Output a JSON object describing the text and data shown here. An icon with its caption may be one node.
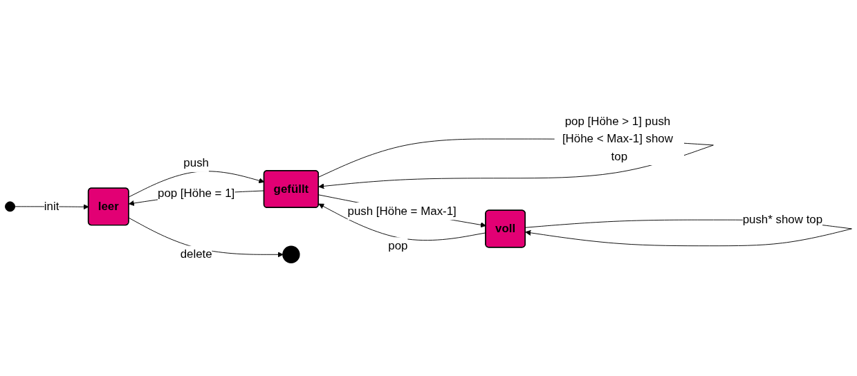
{
  "diagram": {
    "nodes": [
      {
        "text": [],
        "shape": "circle"
      },
      {
        "text": [
          "leer"
        ]
      },
      {
        "text": [
          "gefüllt"
        ]
      },
      {
        "text": [
          "voll"
        ]
      },
      {
        "text": [],
        "shape": "circle"
      }
    ],
    "edges": [
      {
        "from": 0,
        "to": 1,
        "arrow": "to",
        "label": "init"
      },
      {
        "from": 1,
        "to": 2,
        "arrow": "to",
        "label": "push"
      },
      {
        "from": 2,
        "to": 1,
        "arrow": "to",
        "label": "pop [Höhe = 1]"
      },
      {
        "from": 2,
        "to": 2,
        "arrow": "to",
        "label": "pop [Höhe > 1] push [Höhe < Max-1] show top"
      },
      {
        "from": 2,
        "to": 3,
        "arrow": "to",
        "label": "push [Höhe = Max-1]"
      },
      {
        "from": 3,
        "to": 2,
        "arrow": "to",
        "label": "pop"
      },
      {
        "from": 3,
        "to": 3,
        "arrow": "to",
        "label": "push* show top"
      },
      {
        "from": 1,
        "to": 4,
        "arrow": "to",
        "label": "delete"
      }
    ]
  }
}
